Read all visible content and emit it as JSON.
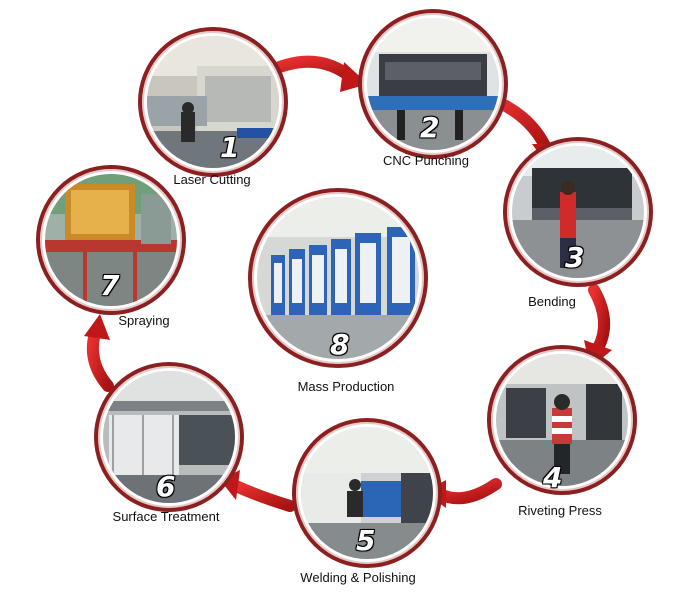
{
  "steps": [
    {
      "number": "1",
      "label": "Laser Cutting"
    },
    {
      "number": "2",
      "label": "CNC Punching"
    },
    {
      "number": "3",
      "label": "Bending"
    },
    {
      "number": "4",
      "label": "Riveting Press"
    },
    {
      "number": "5",
      "label": "Welding & Polishing"
    },
    {
      "number": "6",
      "label": "Surface Treatment"
    },
    {
      "number": "7",
      "label": "Spraying"
    },
    {
      "number": "8",
      "label": "Mass Production"
    }
  ],
  "colors": {
    "ring": "#8c1f1f",
    "arrow": "#d42020",
    "arrow_dark": "#9a1010"
  }
}
